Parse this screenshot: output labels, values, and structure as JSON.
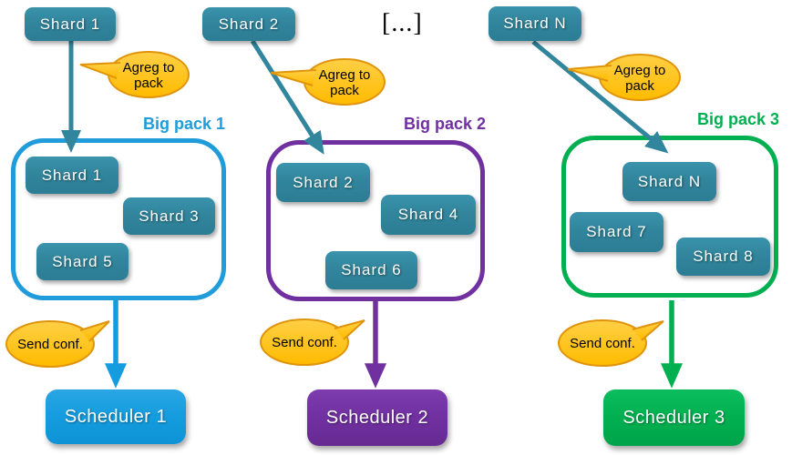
{
  "diagram": {
    "ellipsis_label": "[...]",
    "columns": [
      {
        "name": "column-1",
        "source_shard": "Shard 1",
        "aggregate_bubble": "Agreg to pack",
        "pack_title": "Big pack 1",
        "pack_members": [
          "Shard 1",
          "Shard 3",
          "Shard 5"
        ],
        "confirm_bubble": "Send conf.",
        "scheduler": "Scheduler 1",
        "accent_color": "#1F9CD9",
        "scheduler_color": "#149CDE"
      },
      {
        "name": "column-2",
        "source_shard": "Shard 2",
        "aggregate_bubble": "Agreg to pack",
        "pack_title": "Big pack 2",
        "pack_members": [
          "Shard 2",
          "Shard 4",
          "Shard 6"
        ],
        "confirm_bubble": "Send conf.",
        "scheduler": "Scheduler 2",
        "accent_color": "#7030A0",
        "scheduler_color": "#7030A0"
      },
      {
        "name": "column-3",
        "source_shard": "Shard N",
        "aggregate_bubble": "Agreg to pack",
        "pack_title": "Big pack 3",
        "pack_members": [
          "Shard N",
          "Shard 7",
          "Shard 8"
        ],
        "confirm_bubble": "Send conf.",
        "scheduler": "Scheduler 3",
        "accent_color": "#00B050",
        "scheduler_color": "#00B050"
      }
    ],
    "colors": {
      "shard_box": "#31859C",
      "bubble_fill": "#FFC000",
      "bubble_border": "#E0940B",
      "arrow_teal": "#31859C"
    }
  }
}
